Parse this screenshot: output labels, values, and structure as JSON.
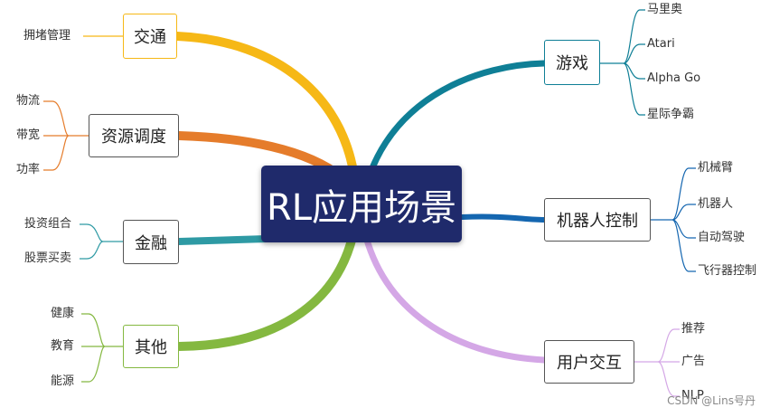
{
  "center": {
    "title": "RL应用场景"
  },
  "branches": {
    "traffic": {
      "label": "交通",
      "color": "#f6b816",
      "leaves": [
        "拥堵管理"
      ]
    },
    "scheduling": {
      "label": "资源调度",
      "color": "#e57c2b",
      "leaves": [
        "物流",
        "带宽",
        "功率"
      ]
    },
    "finance": {
      "label": "金融",
      "color": "#2e9aa4",
      "leaves": [
        "投资组合",
        "股票买卖"
      ]
    },
    "other": {
      "label": "其他",
      "color": "#84b840",
      "leaves": [
        "健康",
        "教育",
        "能源"
      ]
    },
    "games": {
      "label": "游戏",
      "color": "#0f7f96",
      "leaves": [
        "马里奥",
        "Atari",
        "Alpha Go",
        "星际争霸"
      ]
    },
    "robot": {
      "label": "机器人控制",
      "color": "#1466b0",
      "leaves": [
        "机械臂",
        "机器人",
        "自动驾驶",
        "飞行器控制"
      ]
    },
    "interaction": {
      "label": "用户交互",
      "color": "#d4a7e6",
      "leaves": [
        "推荐",
        "广告",
        "NLP"
      ]
    }
  },
  "watermark": "CSDN @Lins号丹"
}
